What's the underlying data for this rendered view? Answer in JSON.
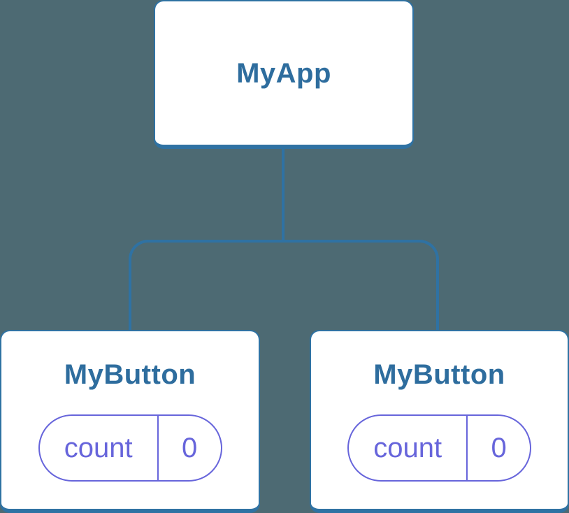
{
  "diagram": {
    "type": "component-tree",
    "colors": {
      "background": "#4d6a73",
      "node_border": "#2f72a3",
      "node_text": "#2e6d9e",
      "state_accent": "#6765db"
    },
    "root": {
      "label": "MyApp"
    },
    "children": [
      {
        "label": "MyButton",
        "state": {
          "name": "count",
          "value": "0"
        }
      },
      {
        "label": "MyButton",
        "state": {
          "name": "count",
          "value": "0"
        }
      }
    ]
  }
}
